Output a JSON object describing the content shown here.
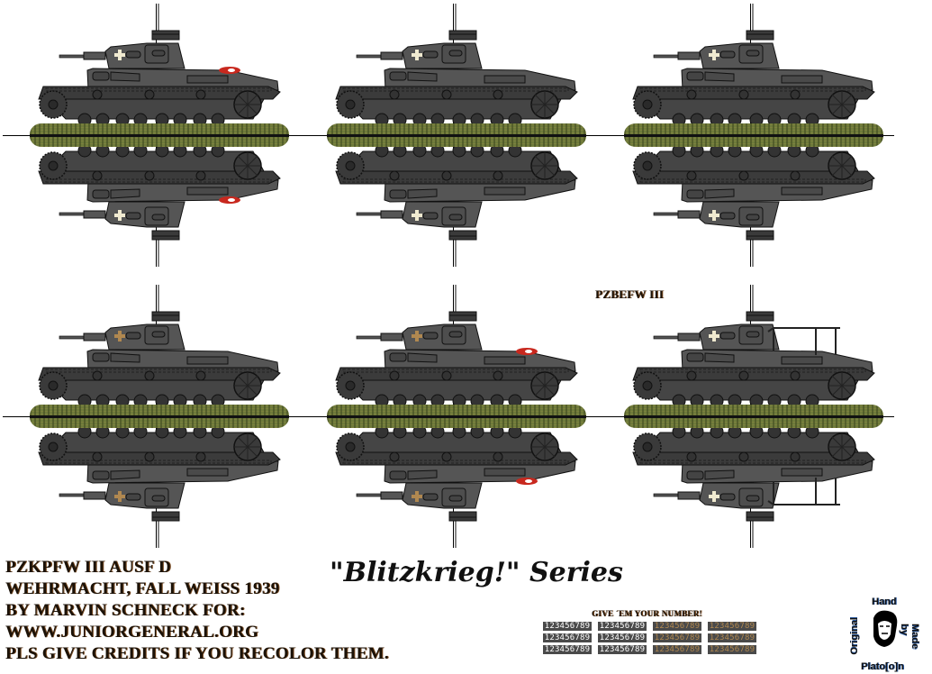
{
  "sheet": {
    "info_lines": [
      "PZKPFW III AUSF D",
      "WEHRMACHT, FALL WEISS 1939",
      "BY MARVIN SCHNECK FOR:",
      "WWW.JUNIORGENERAL.ORG",
      "PLS GIVE CREDITS IF YOU RECOLOR THEM."
    ],
    "series_title": "\"Blitzkrieg!\" Series",
    "variant_label": "PZBEFW III"
  },
  "tanks": [
    {
      "name": "Pz III Ausf D",
      "cross_color": "#f0ead0",
      "flag": true,
      "rails": false
    },
    {
      "name": "Pz III Ausf D",
      "cross_color": "#f0ead0",
      "flag": false,
      "rails": false
    },
    {
      "name": "Pz III Ausf D",
      "cross_color": "#f0ead0",
      "flag": false,
      "rails": false
    },
    {
      "name": "Pz III Ausf D",
      "cross_color": "#b08850",
      "flag": false,
      "rails": false
    },
    {
      "name": "Pz III Ausf D",
      "cross_color": "#b08850",
      "flag": true,
      "rails": false
    },
    {
      "name": "PzBefw III",
      "cross_color": "#f0ead0",
      "flag": false,
      "rails": true
    }
  ],
  "numbers": {
    "heading": "GIVE ´EM YOUR NUMBER!",
    "plate_text": "123456789",
    "columns": [
      {
        "color": "#ffffff"
      },
      {
        "color": "#ffffff"
      },
      {
        "color": "#b08850"
      },
      {
        "color": "#b08850"
      }
    ],
    "rows": 3
  },
  "credit": {
    "top": "Hand",
    "left": "Original",
    "right": "Made by",
    "bottom": "Plato[o]n"
  },
  "colors": {
    "hull": "#4b4b4b",
    "hull_dark": "#2e2e2e",
    "grass": "#6d7a3a",
    "flag_red": "#c8281e",
    "text_dark": "#1b1208"
  }
}
